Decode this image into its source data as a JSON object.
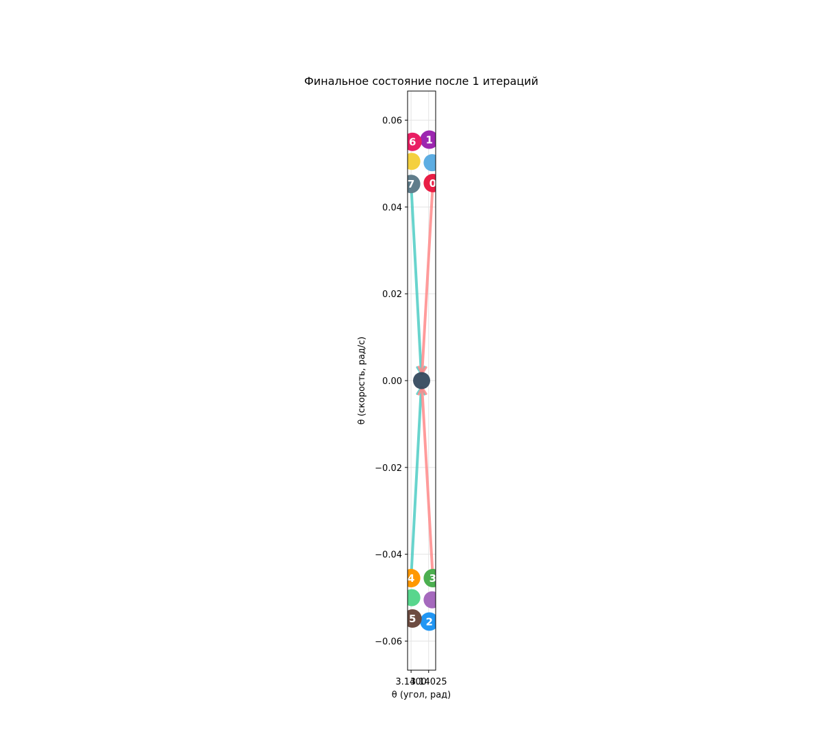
{
  "chart_data": {
    "type": "scatter",
    "title": "Финальное состояние после 1 итераций",
    "xlabel": "θ (угол, рад)",
    "ylabel": "θ (скорость, рад/с)",
    "xlim": [
      3.13995,
      3.14035
    ],
    "ylim": [
      -0.0667,
      0.0667
    ],
    "x_ticks": [
      3.14,
      3.14025
    ],
    "x_tick_labels": [
      "3.1400",
      "3.14025"
    ],
    "y_ticks": [
      -0.06,
      -0.04,
      -0.02,
      0.0,
      0.02,
      0.04,
      0.06
    ],
    "y_tick_labels": [
      "−0.06",
      "−0.04",
      "−0.02",
      "0.00",
      "0.02",
      "0.04",
      "0.06"
    ],
    "grid": true,
    "center": {
      "x": 3.14015,
      "y": 0.0,
      "color": "#34495e"
    },
    "labeled_points": [
      {
        "label": "0",
        "x": 3.14031,
        "y": 0.0455,
        "color": "#e91e45"
      },
      {
        "label": "1",
        "x": 3.14026,
        "y": 0.0555,
        "color": "#9c27b0"
      },
      {
        "label": "2",
        "x": 3.14026,
        "y": -0.0555,
        "color": "#2196f3"
      },
      {
        "label": "3",
        "x": 3.14031,
        "y": -0.0455,
        "color": "#4caf50"
      },
      {
        "label": "4",
        "x": 3.14,
        "y": -0.0455,
        "color": "#ff9800"
      },
      {
        "label": "5",
        "x": 3.14002,
        "y": -0.0548,
        "color": "#6d4c41"
      },
      {
        "label": "6",
        "x": 3.14002,
        "y": 0.055,
        "color": "#e91e63"
      },
      {
        "label": "7",
        "x": 3.14,
        "y": 0.0453,
        "color": "#607d8b"
      }
    ],
    "unlabeled_points": [
      {
        "x": 3.14001,
        "y": 0.0505,
        "color": "#f4d03f"
      },
      {
        "x": 3.1403,
        "y": 0.0502,
        "color": "#5dade2"
      },
      {
        "x": 3.14001,
        "y": -0.05,
        "color": "#58d68d"
      },
      {
        "x": 3.1403,
        "y": -0.0505,
        "color": "#a569bd"
      }
    ],
    "arrows": [
      {
        "from_label": "7",
        "color": "#4ecdc4"
      },
      {
        "from_label": "4",
        "color": "#4ecdc4"
      },
      {
        "from_label": "0",
        "color": "#ff8a8a"
      },
      {
        "from_label": "3",
        "color": "#ff8a8a"
      }
    ]
  }
}
